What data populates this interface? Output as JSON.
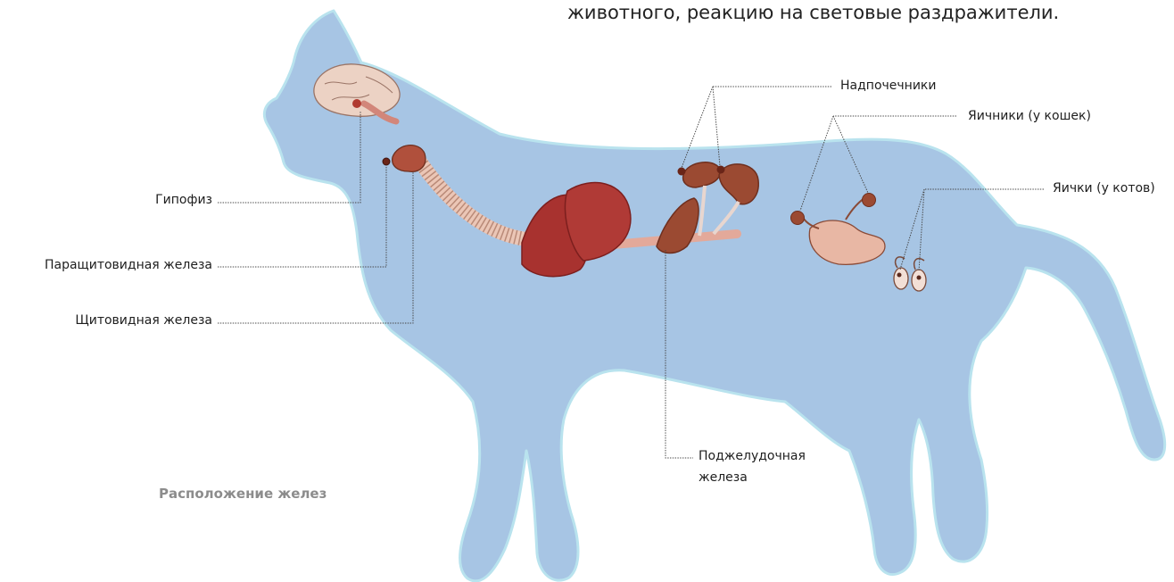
{
  "header": {
    "text_fragment": "животного, реакцию на световые раздражители."
  },
  "caption": "Расположение желез",
  "labels": {
    "pituitary": "Гипофиз",
    "parathyroid": "Паращитовидная железа",
    "thyroid": "Щитовидная железа",
    "adrenals": "Надпочечники",
    "ovaries": "Яичники (у кошек)",
    "testes": "Яички (у котов)",
    "pancreas_line1": "Поджелудочная",
    "pancreas_line2": "железа"
  },
  "colors": {
    "silhouette": "#a7c5e4",
    "silhouette_edge": "#b9e3ee",
    "organ_dark": "#a8322f",
    "organ_brown": "#9b4a32",
    "brain": "#ecd2c4",
    "uterus": "#e8b7a4"
  }
}
